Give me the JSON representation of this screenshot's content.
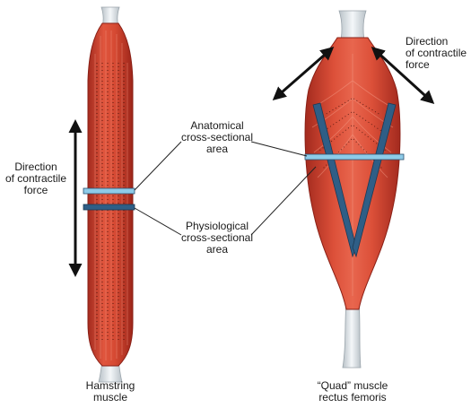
{
  "labels": {
    "left_force": [
      "Direction",
      "of contractile",
      "force"
    ],
    "right_force": [
      "Direction",
      "of contractile",
      "force"
    ],
    "anatomical": [
      "Anatomical",
      "cross-sectional",
      "area"
    ],
    "physiological": [
      "Physiological",
      "cross-sectional",
      "area"
    ],
    "hamstring": [
      "Hamstring",
      "muscle"
    ],
    "quad": [
      "“Quad” muscle",
      "rectus femoris"
    ]
  },
  "colors": {
    "muscle": "#d64a33",
    "muscle_dark": "#a32a1e",
    "muscle_light": "#f0897a",
    "tendon": "#e9edf0",
    "csa_anatomical": "#8ecbe8",
    "csa_physiological": "#2f5e86",
    "arrow": "#111111",
    "leader": "#222222"
  },
  "icons": {
    "double_arrow": "double-headed-arrow-icon"
  }
}
